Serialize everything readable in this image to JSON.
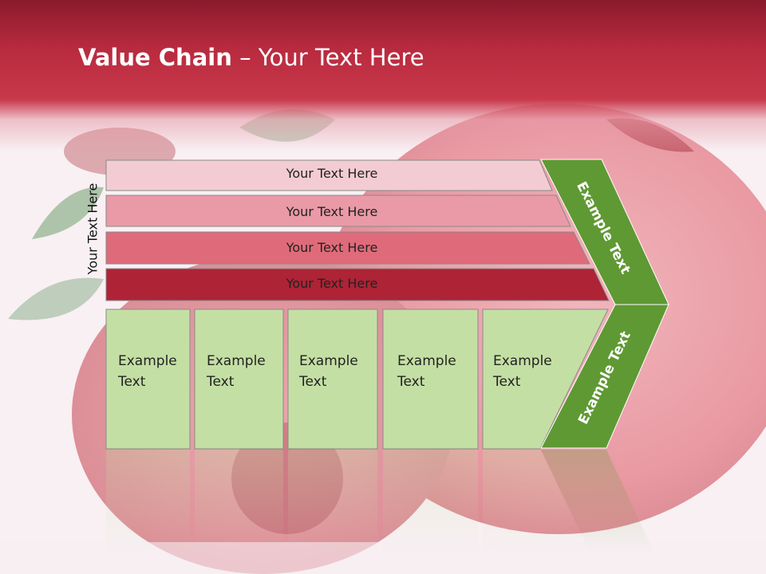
{
  "title": {
    "bold": "Value Chain",
    "rest": " – Your Text Here"
  },
  "side_label": "Your Text Here",
  "rows": [
    {
      "label": "Your Text Here",
      "color": "#f3ccd3"
    },
    {
      "label": "Your Text Here",
      "color": "#e99aa6"
    },
    {
      "label": "Your Text Here",
      "color": "#df6b7a"
    },
    {
      "label": "Your Text Here",
      "color": "#ae2335"
    }
  ],
  "columns": [
    {
      "line1": "Example",
      "line2": "Text"
    },
    {
      "line1": "Example",
      "line2": "Text"
    },
    {
      "line1": "Example",
      "line2": "Text"
    },
    {
      "line1": "Example",
      "line2": "Text"
    },
    {
      "line1": "Example",
      "line2": "Text"
    }
  ],
  "arrow_upper": "Example Text",
  "arrow_lower": "Example Text",
  "colors": {
    "green_box": "#c4dfa4",
    "green_arrow": "#5f9933",
    "header": "#b82a3e"
  }
}
